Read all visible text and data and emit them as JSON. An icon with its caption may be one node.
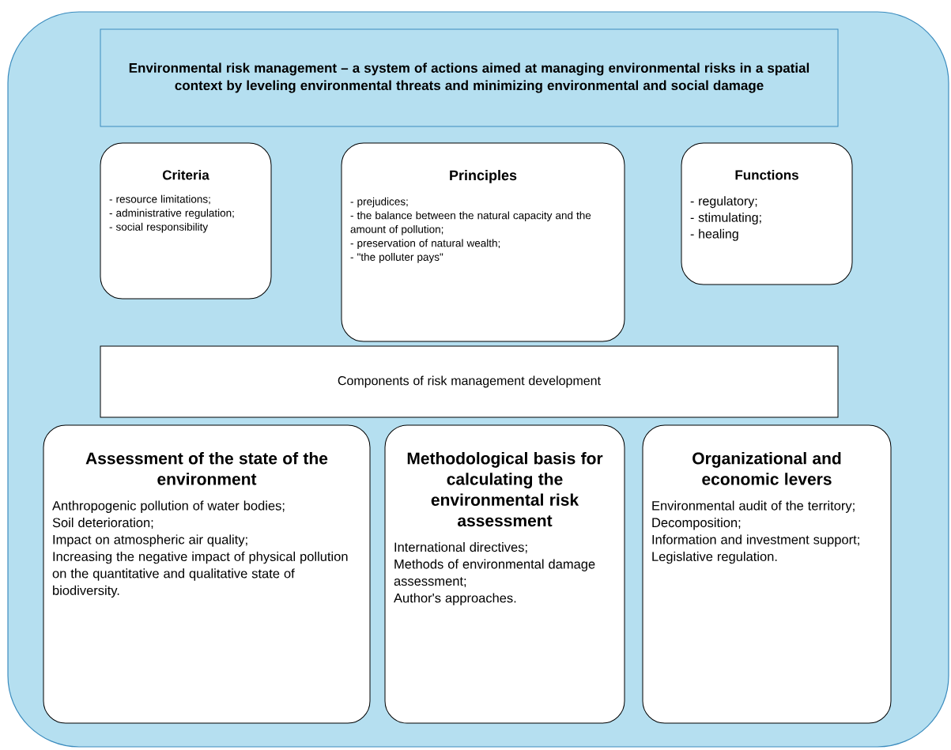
{
  "diagram": {
    "nodes": [
      {
        "text": [],
        "shape": "box"
      },
      {
        "text": [
          "Environmental risk management – a system of actions aimed at managing environmental risks in a spatial context by leveling environmental threats and minimizing environmental and social damage"
        ],
        "in": 0
      },
      {
        "text": [
          "Criteria",
          "- resource limitations;",
          "- administrative regulation;",
          "- social responsibility"
        ],
        "in": 0
      },
      {
        "text": [
          "Principles",
          "- prejudices;",
          "- the balance between the natural capacity and the amount of pollution;",
          "- preservation of natural wealth;",
          "- \"the polluter pays\""
        ],
        "in": 0
      },
      {
        "text": [
          "Functions",
          "- regulatory;",
          "- stimulating;",
          "- healing"
        ],
        "in": 0
      },
      {
        "text": [
          "Components of risk management development"
        ],
        "in": 0
      },
      {
        "text": [
          "Assessment of the state of the environment",
          "Anthropogenic pollution of water bodies;",
          "Soil deterioration;",
          "Impact on atmospheric air quality;",
          "Increasing the negative impact of physical pollution on the quantitative and qualitative state of biodiversity."
        ],
        "in": 0
      },
      {
        "text": [
          "Methodological basis for calculating the environmental risk assessment",
          "International directives;",
          "Methods of environmental damage assessment;",
          "Author's approaches."
        ],
        "in": 0
      },
      {
        "text": [
          "Organizational and economic levers",
          "Environmental audit of the territory;",
          "Decomposition;",
          "Information and investment support;",
          "Legislative regulation."
        ],
        "in": 0
      }
    ]
  }
}
